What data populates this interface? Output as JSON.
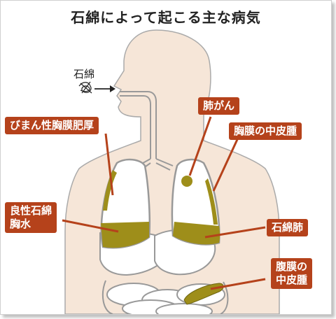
{
  "title": "石綿によって起こる主な病気",
  "asbestos_label": "石綿",
  "labels": {
    "pleural_thickening": "びまん性胸膜肥厚",
    "lung_cancer": "肺がん",
    "pleural_mesothelioma": "胸膜の中皮腫",
    "pleural_effusion_line1": "良性石綿",
    "pleural_effusion_line2": "胸水",
    "asbestosis": "石綿肺",
    "peritoneal_line1": "腹膜の",
    "peritoneal_line2": "中皮腫"
  },
  "colors": {
    "label_bg": "#b5421b",
    "skin": "#f6e6d8",
    "lesion": "#9e8e1a",
    "organ_fill": "#ffffff",
    "outline": "#888888"
  }
}
